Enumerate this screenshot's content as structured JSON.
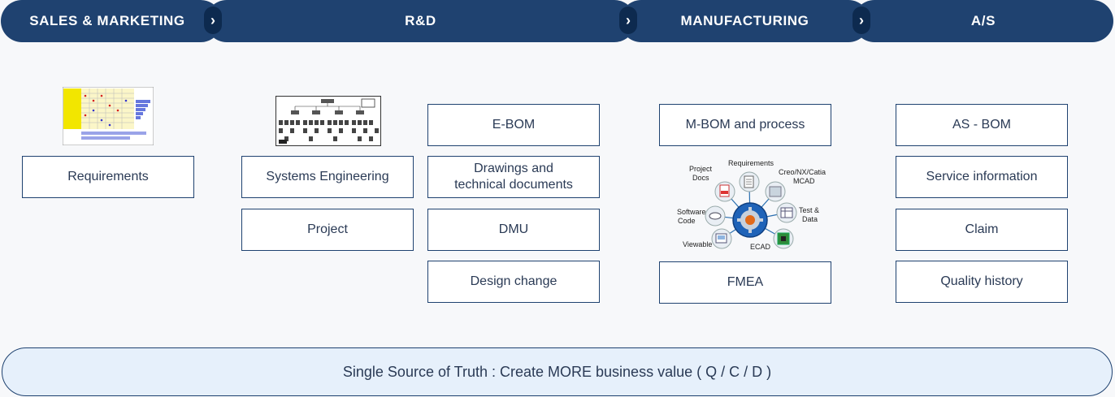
{
  "stages": [
    {
      "label": "SALES & MARKETING"
    },
    {
      "label": "R&D"
    },
    {
      "label": "MANUFACTURING"
    },
    {
      "label": "A/S"
    }
  ],
  "chevron_glyph": "›",
  "sales": {
    "requirements": "Requirements"
  },
  "rnd": {
    "systems_engineering": "Systems Engineering",
    "project": "Project",
    "ebom": "E-BOM",
    "drawings_line1": "Drawings and",
    "drawings_line2": "technical documents",
    "dmu": "DMU",
    "design_change": "Design change"
  },
  "manufacturing": {
    "mbom": "M-BOM and process",
    "fmea": "FMEA",
    "hub": {
      "project_docs_1": "Project",
      "project_docs_2": "Docs",
      "requirements": "Requirements",
      "mcad_1": "Creo/NX/Catia",
      "mcad_2": "MCAD",
      "software_1": "Software",
      "software_2": "Code",
      "test_1": "Test &",
      "test_2": "Data",
      "viewable": "Viewable",
      "ecad": "ECAD"
    }
  },
  "as": {
    "asbom": "AS - BOM",
    "service": "Service information",
    "claim": "Claim",
    "quality": "Quality history"
  },
  "banner": "Single Source of Truth : Create MORE business value ( Q / C / D )",
  "colors": {
    "header": "#1f4270",
    "chevron": "#0d2a4f",
    "box_border": "#1f4270",
    "banner_fill": "#e6f0fb",
    "text": "#2a3a55"
  },
  "icons": {
    "chevron": "chevron-right-icon",
    "hub": "gear-icon"
  }
}
